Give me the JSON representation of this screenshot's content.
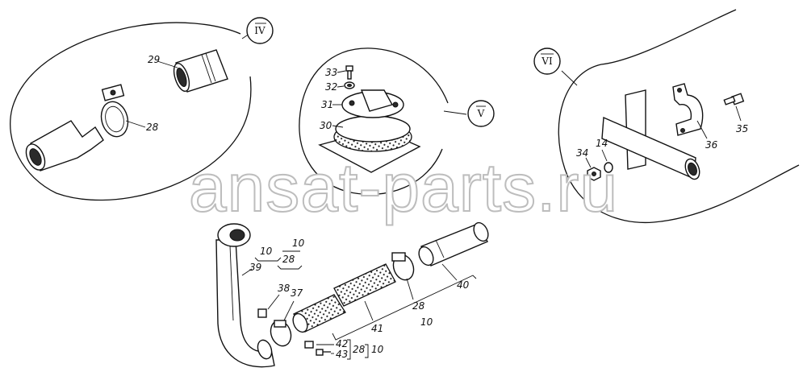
{
  "watermark": "ansat-parts.ru",
  "views": {
    "iv": "IV",
    "v": "V",
    "vi": "VI"
  },
  "callouts": {
    "p29": "29",
    "p28a": "28",
    "p33": "33",
    "p32": "32",
    "p31": "31",
    "p30": "30",
    "p34": "34",
    "p14": "14",
    "p35": "35",
    "p36": "36",
    "p39": "39",
    "p10a": "10",
    "p10b": "10",
    "p28b": "28",
    "p38": "38",
    "p37": "37",
    "p41": "41",
    "p28c": "28",
    "p10c": "10",
    "p40": "40",
    "p42": "42",
    "p43": "43",
    "p28d": "28",
    "p10d": "10"
  }
}
